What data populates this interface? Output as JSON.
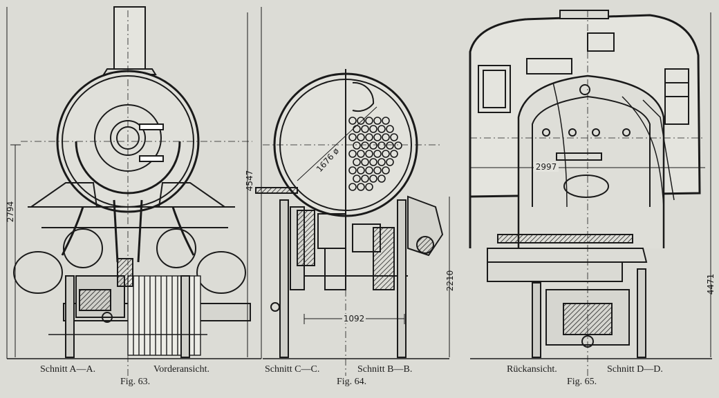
{
  "figures": [
    {
      "id": "fig63",
      "label": "Fig. 63.",
      "captions": [
        "Schnitt A—A.",
        "Vorderansicht."
      ],
      "dimensions": [
        "2794",
        "4547"
      ]
    },
    {
      "id": "fig64",
      "label": "Fig. 64.",
      "captions": [
        "Schnitt C—C.",
        "Schnitt B—B."
      ],
      "dimensions": [
        "1676 ø",
        "1092",
        "2210"
      ]
    },
    {
      "id": "fig65",
      "label": "Fig. 65.",
      "captions": [
        "Rückansicht.",
        "Schnitt D—D."
      ],
      "dimensions": [
        "2997",
        "4471"
      ]
    }
  ]
}
